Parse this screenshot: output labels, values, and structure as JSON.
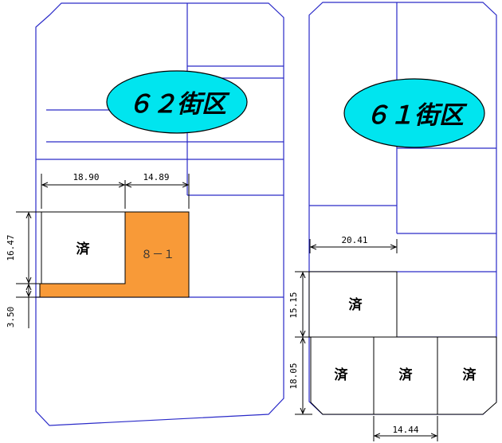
{
  "blocks": {
    "left": {
      "name": "６２街区"
    },
    "right": {
      "name": "６１街区"
    }
  },
  "lots": {
    "left_sold_label": "済",
    "left_available_label": "８－１",
    "right_sold_upper": "済",
    "right_sold_bottom_1": "済",
    "right_sold_bottom_2": "済",
    "right_sold_bottom_3": "済"
  },
  "colors": {
    "available_lot": "#f89a38",
    "bubble": "#00e5ef",
    "block_outline": "#2a2ac8"
  },
  "dimensions": {
    "left_width_1": "18.90",
    "left_width_2": "14.89",
    "left_depth_1": "16.47",
    "left_depth_2": "3.50",
    "right_width_top": "20.41",
    "right_depth_1": "15.15",
    "right_depth_2": "18.05",
    "right_width_bottom": "14.44"
  }
}
